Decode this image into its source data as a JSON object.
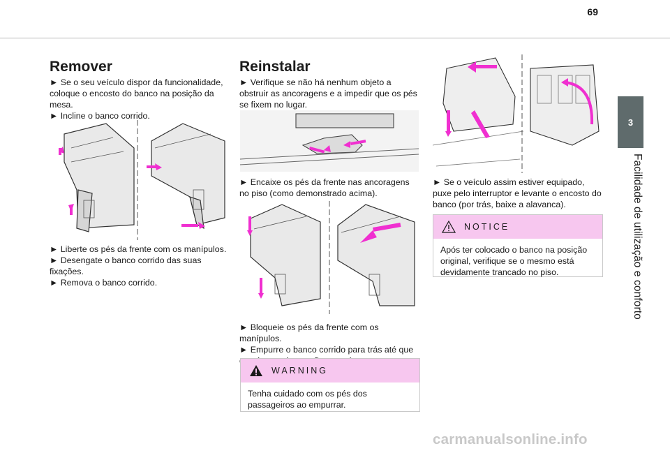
{
  "page": {
    "number": "69"
  },
  "chapter": {
    "number": "3",
    "title": "Facilidade de utilização e conforto"
  },
  "remover": {
    "heading": "Remover",
    "steps_top": [
      "► Se o seu veículo dispor da funcionalidade, coloque o encosto do banco na posição da mesa.",
      "► Incline o banco corrido."
    ],
    "steps_bottom": [
      "► Liberte os pés da frente com os manípulos.",
      "► Desengate o banco corrido das suas fixações.",
      "► Remova o banco corrido."
    ]
  },
  "reinstalar": {
    "heading": "Reinstalar",
    "step1": "► Verifique se não há nenhum objeto a obstruir as ancoragens e a impedir que os pés se fixem no lugar.",
    "step2": "► Encaixe os pés da frente nas ancoragens no piso (como demonstrado acima).",
    "steps3": [
      "► Bloqueie os pés da frente com os manípulos.",
      "► Empurre o banco corrido para trás até que os pés traseiros se fixem no lugar."
    ]
  },
  "warning": {
    "title": "WARNING",
    "text": "Tenha cuidado com os pés dos passageiros ao empurrar."
  },
  "col3": {
    "step": "► Se o veículo assim estiver equipado, puxe pelo interruptor e levante o encosto do banco (por trás, baixe a alavanca)."
  },
  "notice": {
    "title": "NOTICE",
    "text": "Após ter colocado o banco na posição original, verifique se o mesmo está devidamente trancado no piso."
  },
  "watermark": {
    "text": "carmanualsonline.info"
  },
  "colors": {
    "accent_pink": "#f02fd0",
    "notice_header": "#f7c7ef",
    "chapter_tab": "#5f6b6c"
  }
}
